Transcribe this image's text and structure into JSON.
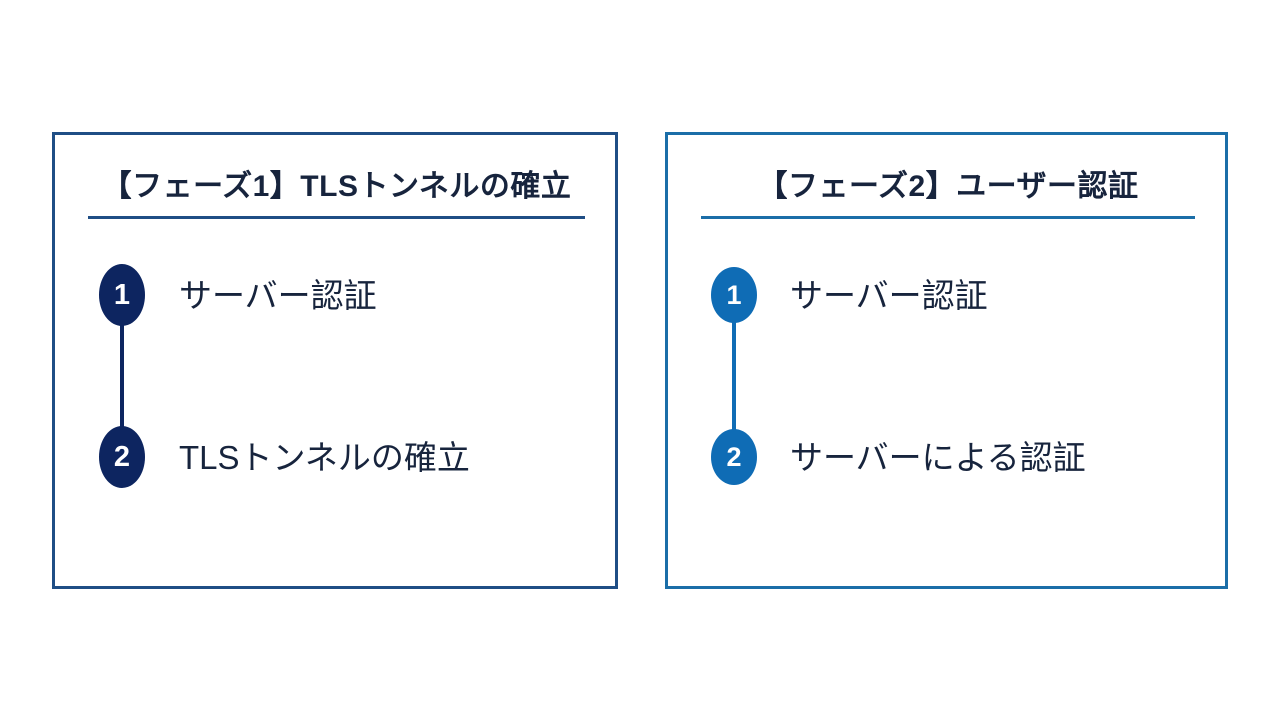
{
  "background_color": "#ffffff",
  "panels": [
    {
      "id": "phase1",
      "title": "【フェーズ1】TLSトンネルの確立",
      "accent_color": "#0d2560",
      "border_color": "#1f4e85",
      "rule_color": "#1f4e85",
      "steps": [
        {
          "number": "1",
          "label": "サーバー認証"
        },
        {
          "number": "2",
          "label": "TLSトンネルの確立"
        }
      ]
    },
    {
      "id": "phase2",
      "title": "【フェーズ2】ユーザー認証",
      "accent_color": "#0f6cb5",
      "border_color": "#1b6ea8",
      "rule_color": "#1b6ea8",
      "steps": [
        {
          "number": "1",
          "label": "サーバー認証"
        },
        {
          "number": "2",
          "label": "サーバーによる認証"
        }
      ]
    }
  ]
}
